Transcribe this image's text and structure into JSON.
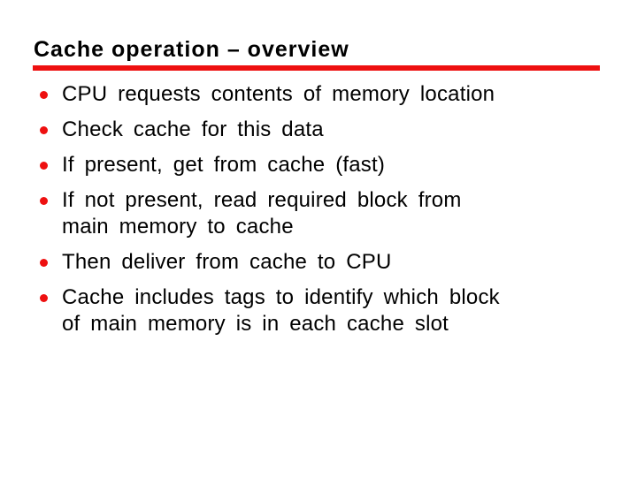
{
  "slide": {
    "title": "Cache operation – overview",
    "accent_color": "#ee1010",
    "text_color": "#000000",
    "background_color": "#ffffff",
    "bullets": [
      {
        "lines": [
          "CPU requests contents of memory location"
        ]
      },
      {
        "lines": [
          "Check cache for this data"
        ]
      },
      {
        "lines": [
          "If present, get from cache (fast)"
        ]
      },
      {
        "lines": [
          "If not present, read required block from",
          "main memory to cache"
        ]
      },
      {
        "lines": [
          "Then deliver from cache to CPU"
        ]
      },
      {
        "lines": [
          "Cache includes tags to identify which block",
          "of main memory is in each cache slot"
        ]
      }
    ]
  }
}
